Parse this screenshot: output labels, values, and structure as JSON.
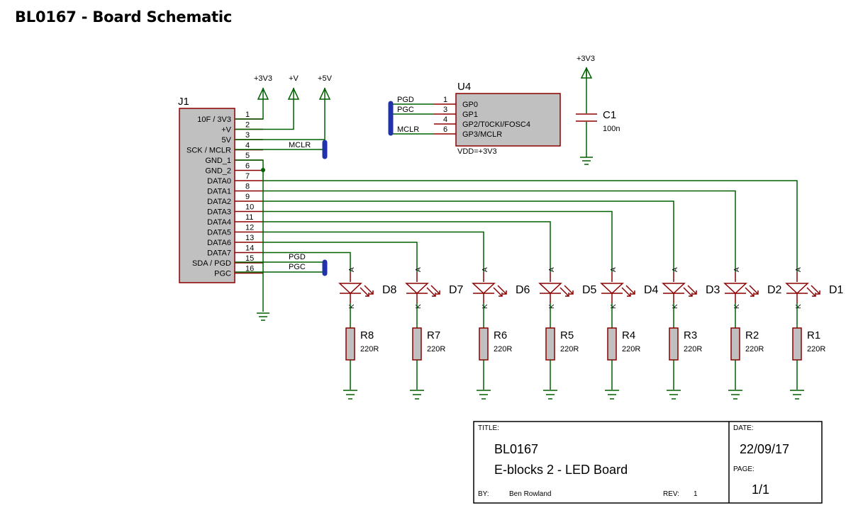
{
  "title": "BL0167 - Board Schematic",
  "connector": {
    "ref": "J1",
    "pins": [
      {
        "num": "1",
        "name": "10F / 3V3"
      },
      {
        "num": "2",
        "name": "+V"
      },
      {
        "num": "3",
        "name": "5V"
      },
      {
        "num": "4",
        "name": "SCK / MCLR"
      },
      {
        "num": "5",
        "name": "GND_1"
      },
      {
        "num": "6",
        "name": "GND_2"
      },
      {
        "num": "7",
        "name": "DATA0"
      },
      {
        "num": "8",
        "name": "DATA1"
      },
      {
        "num": "9",
        "name": "DATA2"
      },
      {
        "num": "10",
        "name": "DATA3"
      },
      {
        "num": "11",
        "name": "DATA4"
      },
      {
        "num": "12",
        "name": "DATA5"
      },
      {
        "num": "13",
        "name": "DATA6"
      },
      {
        "num": "14",
        "name": "DATA7"
      },
      {
        "num": "15",
        "name": "SDA / PGD"
      },
      {
        "num": "16",
        "name": "PGC"
      }
    ]
  },
  "power_labels": [
    "+3V3",
    "+V",
    "+5V"
  ],
  "cap_power_label": "+3V3",
  "net_labels": {
    "mclr": "MCLR",
    "pgd": "PGD",
    "pgc": "PGC"
  },
  "u4": {
    "ref": "U4",
    "vdd": "VDD=+3V3",
    "pins": [
      {
        "num": "1",
        "name": "GP0",
        "net": "PGD"
      },
      {
        "num": "3",
        "name": "GP1",
        "net": "PGC"
      },
      {
        "num": "4",
        "name": "GP2/T0CKI/FOSC4",
        "net": ""
      },
      {
        "num": "6",
        "name": "GP3/MCLR",
        "net": "MCLR"
      }
    ]
  },
  "capacitor": {
    "ref": "C1",
    "value": "100n"
  },
  "leds": [
    {
      "ref": "D8",
      "res": "R8",
      "value": "220R"
    },
    {
      "ref": "D7",
      "res": "R7",
      "value": "220R"
    },
    {
      "ref": "D6",
      "res": "R6",
      "value": "220R"
    },
    {
      "ref": "D5",
      "res": "R5",
      "value": "220R"
    },
    {
      "ref": "D4",
      "res": "R4",
      "value": "220R"
    },
    {
      "ref": "D3",
      "res": "R3",
      "value": "220R"
    },
    {
      "ref": "D2",
      "res": "R2",
      "value": "220R"
    },
    {
      "ref": "D1",
      "res": "R1",
      "value": "220R"
    }
  ],
  "led_pin_labels": {
    "anode": "A",
    "cathode": "K"
  },
  "title_block": {
    "title_label": "TITLE:",
    "line1": "BL0167",
    "line2": "E-blocks 2 - LED Board",
    "date_label": "DATE:",
    "date": "22/09/17",
    "page_label": "PAGE:",
    "page": "1/1",
    "by_label": "BY:",
    "by": "Ben Rowland",
    "rev_label": "REV:",
    "rev": "1"
  }
}
